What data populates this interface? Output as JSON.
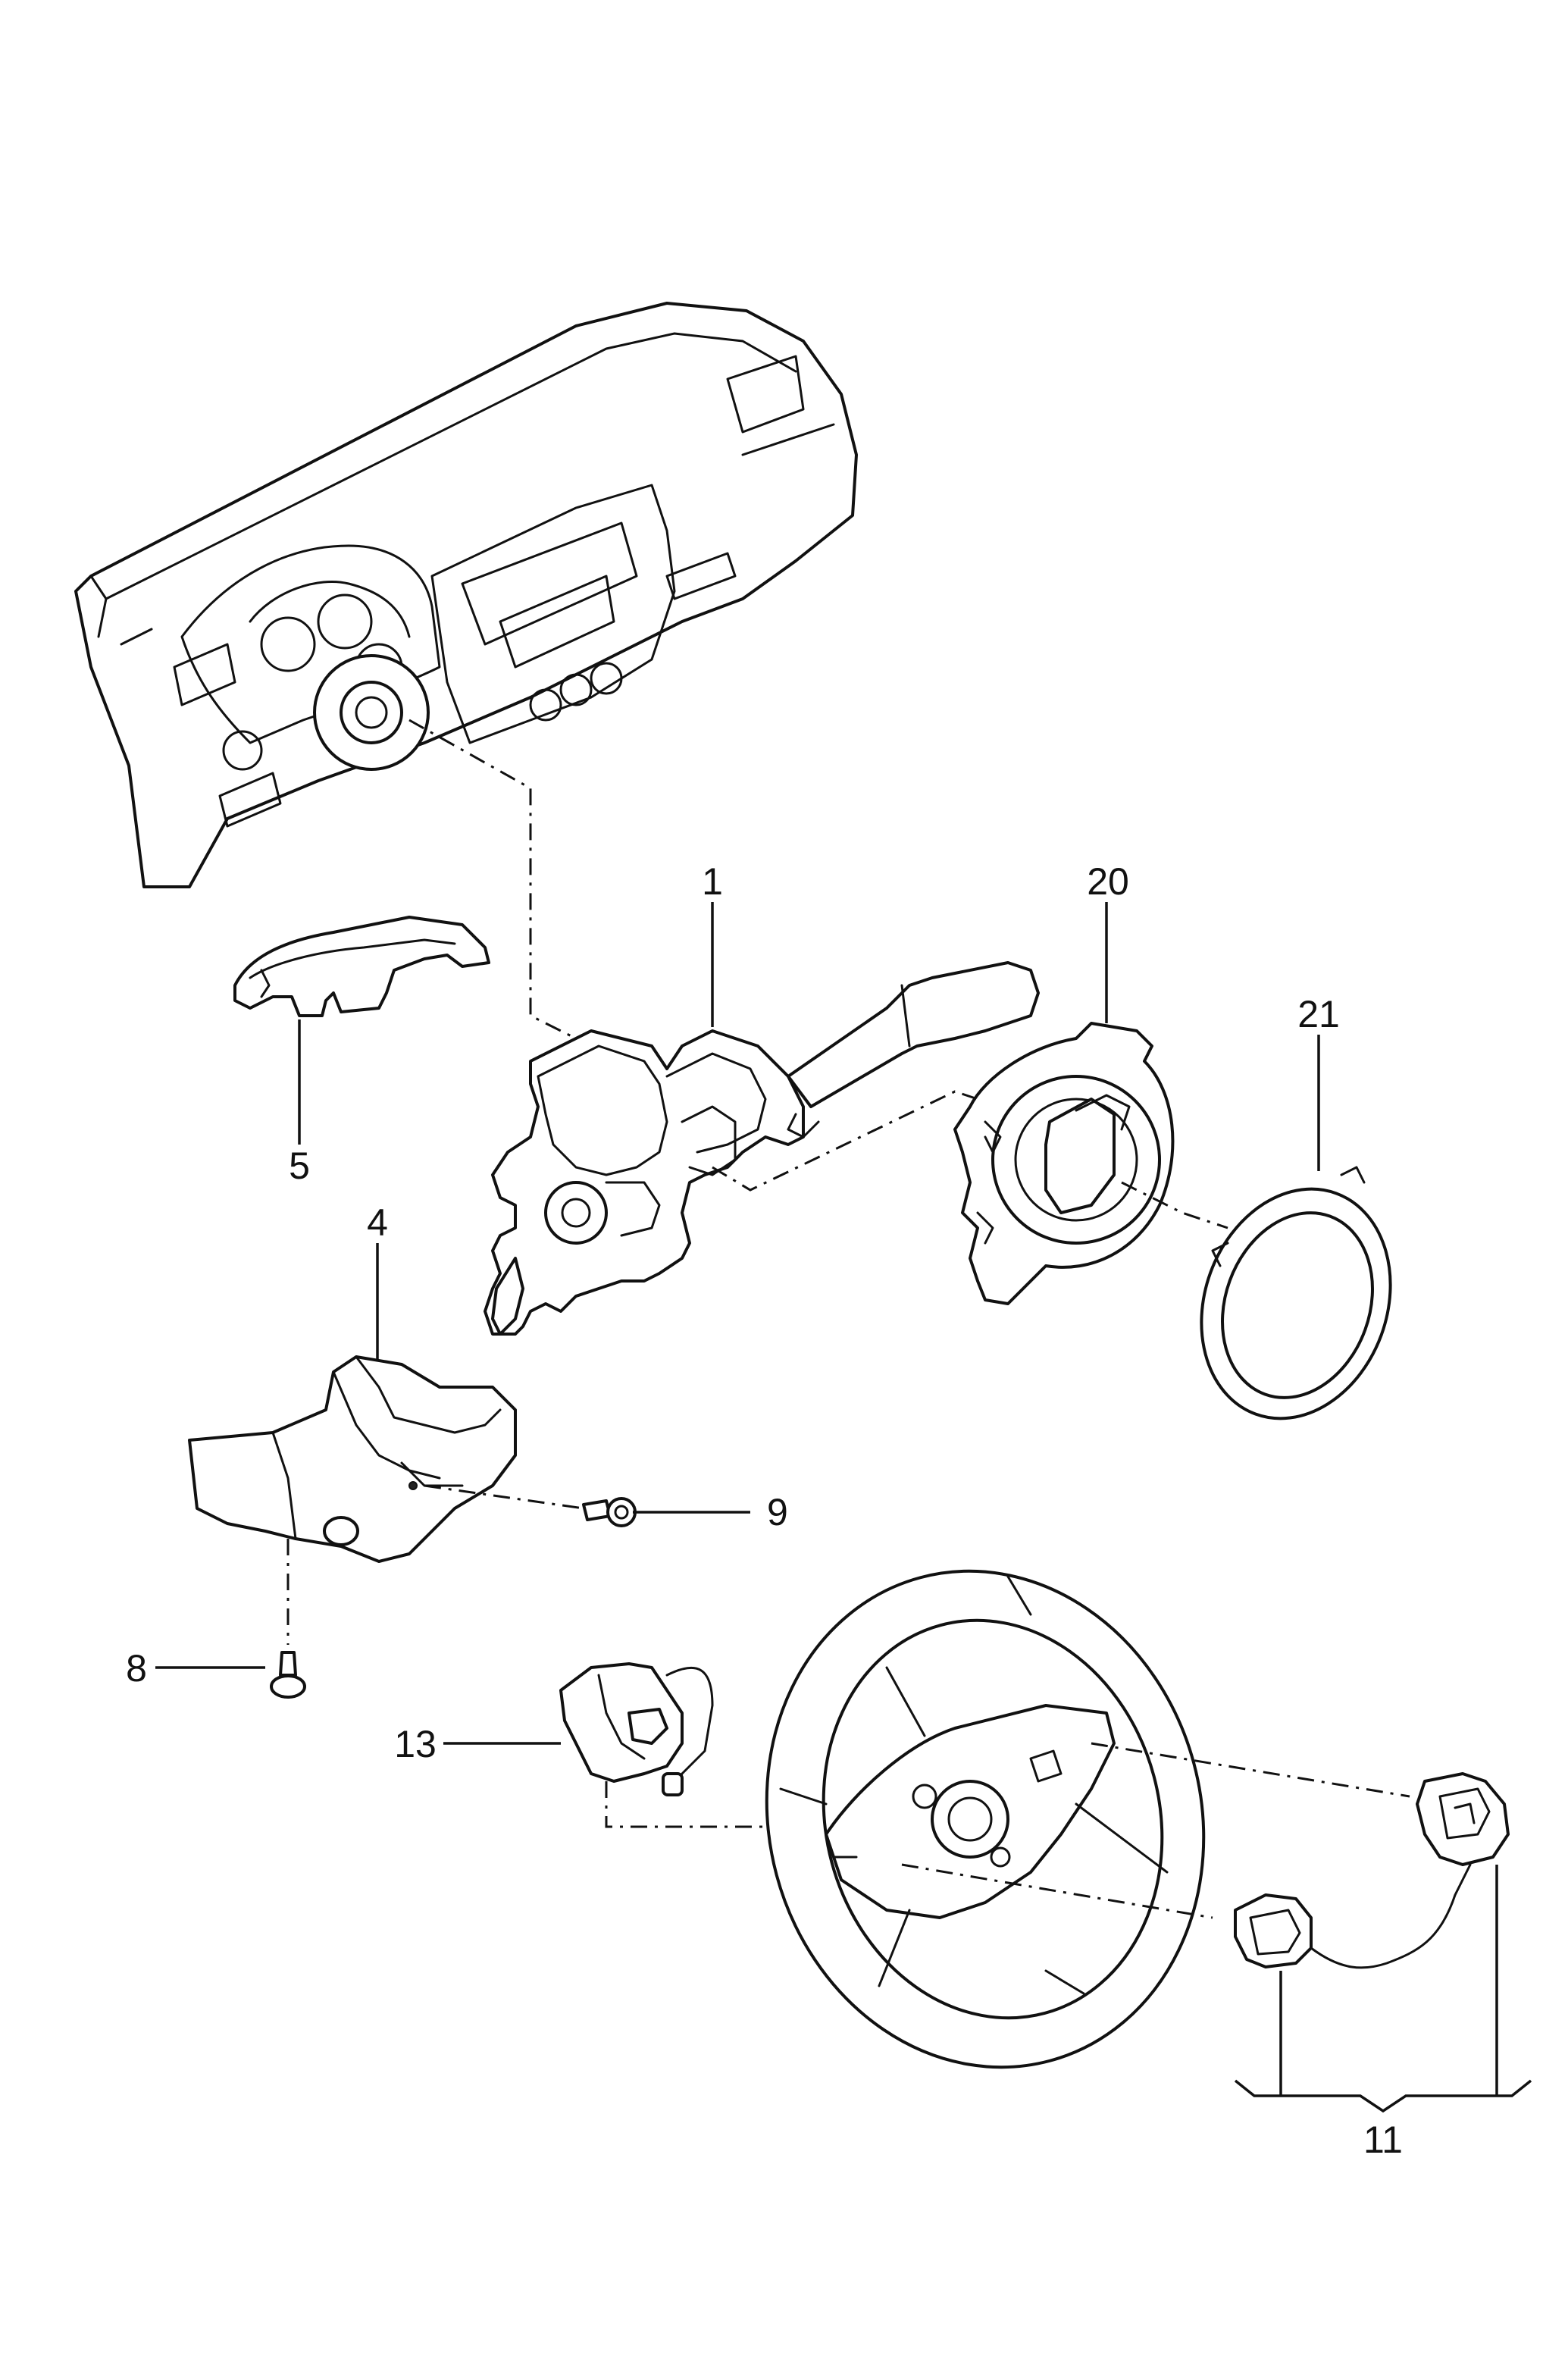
{
  "callouts": {
    "c1": "1",
    "c4": "4",
    "c5": "5",
    "c8": "8",
    "c9": "9",
    "c11": "11",
    "c13": "13",
    "c20": "20",
    "c21": "21"
  },
  "colors": {
    "line": "#111111",
    "background": "#ffffff"
  }
}
